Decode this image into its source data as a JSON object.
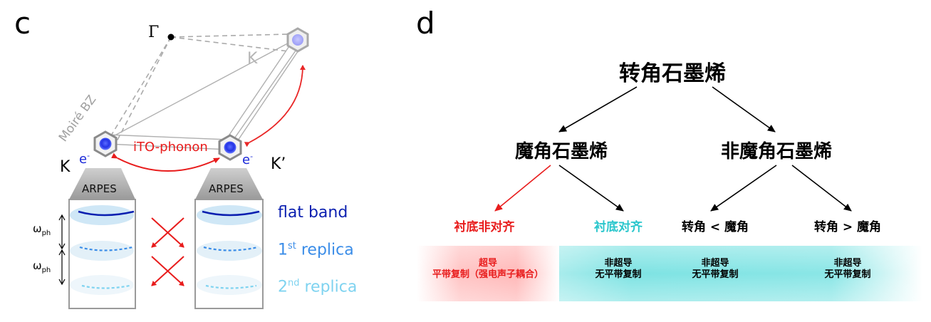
{
  "panel_c": {
    "label": "c",
    "gamma": "Γ",
    "k_top": "K",
    "moire_bz": "Moiré BZ",
    "k_left": "K",
    "k_right": "K’",
    "electron": "e",
    "electron_sup": "-",
    "phonon_label": "iTO-phonon",
    "arpes_left": "ARPES",
    "arpes_right": "ARPES",
    "omega": "ω",
    "omega_sub": "ph",
    "legend": {
      "flat_band": "flat band",
      "first_num": "1",
      "first_sup": "st",
      "first_text": " replica",
      "second_num": "2",
      "second_sup": "nd",
      "second_text": " replica"
    },
    "colors": {
      "flat_band": "#0a1fb0",
      "first_replica": "#3b8de8",
      "second_replica": "#7fd3f0",
      "phonon": "#e81c1c"
    }
  },
  "panel_d": {
    "label": "d",
    "root": "转角石墨烯",
    "magic": "魔角石墨烯",
    "non_magic": "非魔角石墨烯",
    "leaf1": "衬底非对齐",
    "leaf2": "衬底对齐",
    "leaf3": "转角 < 魔角",
    "leaf4": "转角 > 魔角",
    "desc1_line1": "超导",
    "desc1_line2": "平带复制（强电声子耦合）",
    "desc2_line1": "非超导",
    "desc2_line2": "无平带复制",
    "desc3_line1": "非超导",
    "desc3_line2": "无平带复制",
    "desc4_line1": "非超导",
    "desc4_line2": "无平带复制",
    "colors": {
      "leaf1": "#e81c1c",
      "leaf2": "#29c6cc",
      "red_band": "#ffc4c4",
      "cyan_band": "#7ee3e3"
    }
  }
}
